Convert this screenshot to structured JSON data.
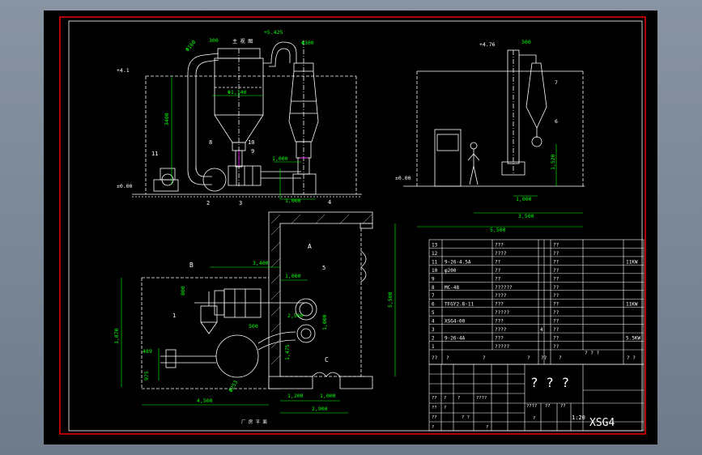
{
  "colors": {
    "background": "#000000",
    "border": "#ff0000",
    "dimension": "#00ff00",
    "line": "#ffffff",
    "accent": "#ff00ff",
    "fill": "#ffffff"
  },
  "titles": {
    "main_view": "主 视 图",
    "plan": "厂 房 平 面"
  },
  "elevation_left": {
    "elev_top": "+5.425",
    "elev_floor": "+4.1",
    "elev_ground": "±0.00",
    "d_380": "300",
    "d_300": "Φ300",
    "d_160": "Φ160",
    "d_1140": "Φ1,140",
    "d_3400": "3400",
    "d_1000": "1,000",
    "d_1000b": "1,000",
    "callouts": [
      "11",
      "8",
      "10",
      "9",
      "2",
      "3",
      "4"
    ]
  },
  "elevation_right": {
    "elev_top": "+4.76",
    "elev_ground": "±0.00",
    "d_300": "300",
    "d_1520": "1,520",
    "d_1000": "1,000",
    "d_3500": "3,500",
    "d_5500": "5,500",
    "callouts": [
      "7",
      "6"
    ]
  },
  "plan": {
    "room_a": "A",
    "room_b": "B",
    "room_c": "C",
    "d_3400": "3,400",
    "d_1000": "1,000",
    "d_3870": "3,870",
    "d_800": "800",
    "d_2500": "2,500",
    "d_500": "500",
    "d_1000b": "1,000",
    "d_1475": "1,475",
    "d_5500": "5,500",
    "d_4500": "4,500",
    "d_1200": "1,200",
    "d_1000c": "1,000",
    "d_2900": "2,900",
    "d_489": "489",
    "d_975": "975",
    "d_ph253": "Φ253",
    "callouts": [
      "1",
      "5"
    ]
  },
  "parts_table": {
    "rows": [
      {
        "no": "13",
        "model": "",
        "name": "???",
        "qty": "",
        "mat": "??",
        "note": ""
      },
      {
        "no": "12",
        "model": "",
        "name": "????",
        "qty": "",
        "mat": "??",
        "note": ""
      },
      {
        "no": "11",
        "model": "9-26-4.5A",
        "name": "??",
        "qty": "",
        "mat": "??",
        "note": "11KW"
      },
      {
        "no": "10",
        "model": "φ200",
        "name": "??",
        "qty": "",
        "mat": "??",
        "note": ""
      },
      {
        "no": "9",
        "model": "",
        "name": "??",
        "qty": "",
        "mat": "??",
        "note": ""
      },
      {
        "no": "8",
        "model": "MC-48",
        "name": "??????",
        "qty": "",
        "mat": "??",
        "note": ""
      },
      {
        "no": "7",
        "model": "",
        "name": "????",
        "qty": "",
        "mat": "??",
        "note": ""
      },
      {
        "no": "6",
        "model": "TFGY2.8-11",
        "name": "???",
        "qty": "",
        "mat": "??",
        "note": "11KW"
      },
      {
        "no": "5",
        "model": "",
        "name": "?????",
        "qty": "",
        "mat": "??",
        "note": ""
      },
      {
        "no": "4",
        "model": "XSG4-00",
        "name": "???",
        "qty": "",
        "mat": "??",
        "note": ""
      },
      {
        "no": "3",
        "model": "",
        "name": "????",
        "qty": "4",
        "mat": "??",
        "note": ""
      },
      {
        "no": "2",
        "model": "9-26-4A",
        "name": "???",
        "qty": "",
        "mat": "??",
        "note": "5.5KW"
      },
      {
        "no": "1",
        "model": "",
        "name": "?????",
        "qty": "",
        "mat": "??",
        "note": ""
      }
    ],
    "header": [
      "??",
      "?",
      "?",
      "?",
      "??",
      "?",
      "? ? ?",
      "? ?"
    ]
  },
  "title_block": {
    "big": "? ? ?",
    "scale": "1:20",
    "drawing_no": "XSG4",
    "labels": [
      "????",
      "??",
      "??",
      "?",
      "??",
      "?",
      "?",
      "??",
      "?",
      "??",
      "? ?",
      "????",
      "?",
      "?"
    ]
  }
}
